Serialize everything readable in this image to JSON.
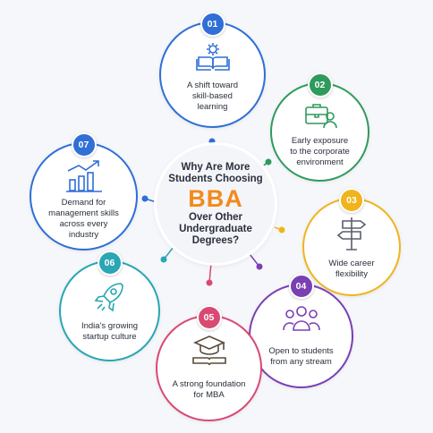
{
  "center": {
    "line1": "Why Are More",
    "line2": "Students Choosing",
    "highlight": "BBA",
    "line3": "Over Other",
    "line4": "Undergraduate",
    "line5": "Degrees?"
  },
  "colors": {
    "n01": "#2f6fd6",
    "n02": "#2e9a5c",
    "n03": "#f0b41d",
    "n04": "#7a3fb3",
    "n05": "#d94a72",
    "n06": "#2aa6b4",
    "n07": "#2f6fd6",
    "accent": "#f28a1d"
  },
  "nodes": [
    {
      "number": "01",
      "icon": "gear-book-icon",
      "lines": [
        "A shift toward",
        "skill-based",
        "learning"
      ]
    },
    {
      "number": "02",
      "icon": "briefcase-person-icon",
      "lines": [
        "Early exposure",
        "to the corporate",
        "environment"
      ]
    },
    {
      "number": "03",
      "icon": "signpost-icon",
      "lines": [
        "Wide career",
        "flexibility"
      ]
    },
    {
      "number": "04",
      "icon": "people-group-icon",
      "lines": [
        "Open to students",
        "from any stream"
      ]
    },
    {
      "number": "05",
      "icon": "graduation-cap-book-icon",
      "lines": [
        "A strong foundation",
        "for MBA"
      ]
    },
    {
      "number": "06",
      "icon": "rocket-icon",
      "lines": [
        "India's growing",
        "startup culture"
      ]
    },
    {
      "number": "07",
      "icon": "bar-chart-growth-icon",
      "lines": [
        "Demand for",
        "management skills",
        "across every",
        "industry"
      ]
    }
  ]
}
